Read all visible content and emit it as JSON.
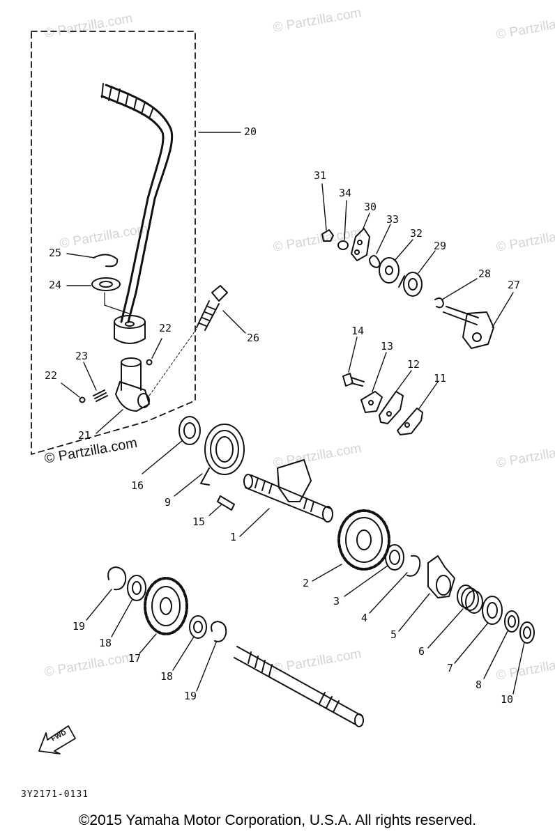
{
  "watermark": "© Partzilla.com",
  "callouts": {
    "p1": "1",
    "p2": "2",
    "p3": "3",
    "p4": "4",
    "p5": "5",
    "p6": "6",
    "p7": "7",
    "p8": "8",
    "p9": "9",
    "p10": "10",
    "p11": "11",
    "p12": "12",
    "p13": "13",
    "p14": "14",
    "p15": "15",
    "p16": "16",
    "p17": "17",
    "p18": "18",
    "p19": "19",
    "p20": "20",
    "p21": "21",
    "p22": "22",
    "p23": "23",
    "p24": "24",
    "p25": "25",
    "p26": "26",
    "p27": "27",
    "p28": "28",
    "p29": "29",
    "p30": "30",
    "p31": "31",
    "p32": "32",
    "p33": "33",
    "p34": "34"
  },
  "diagram_code": "3Y2171-0131",
  "fwd_label": "FWD",
  "copyright": "©2015 Yamaha Motor Corporation, U.S.A. All rights reserved."
}
